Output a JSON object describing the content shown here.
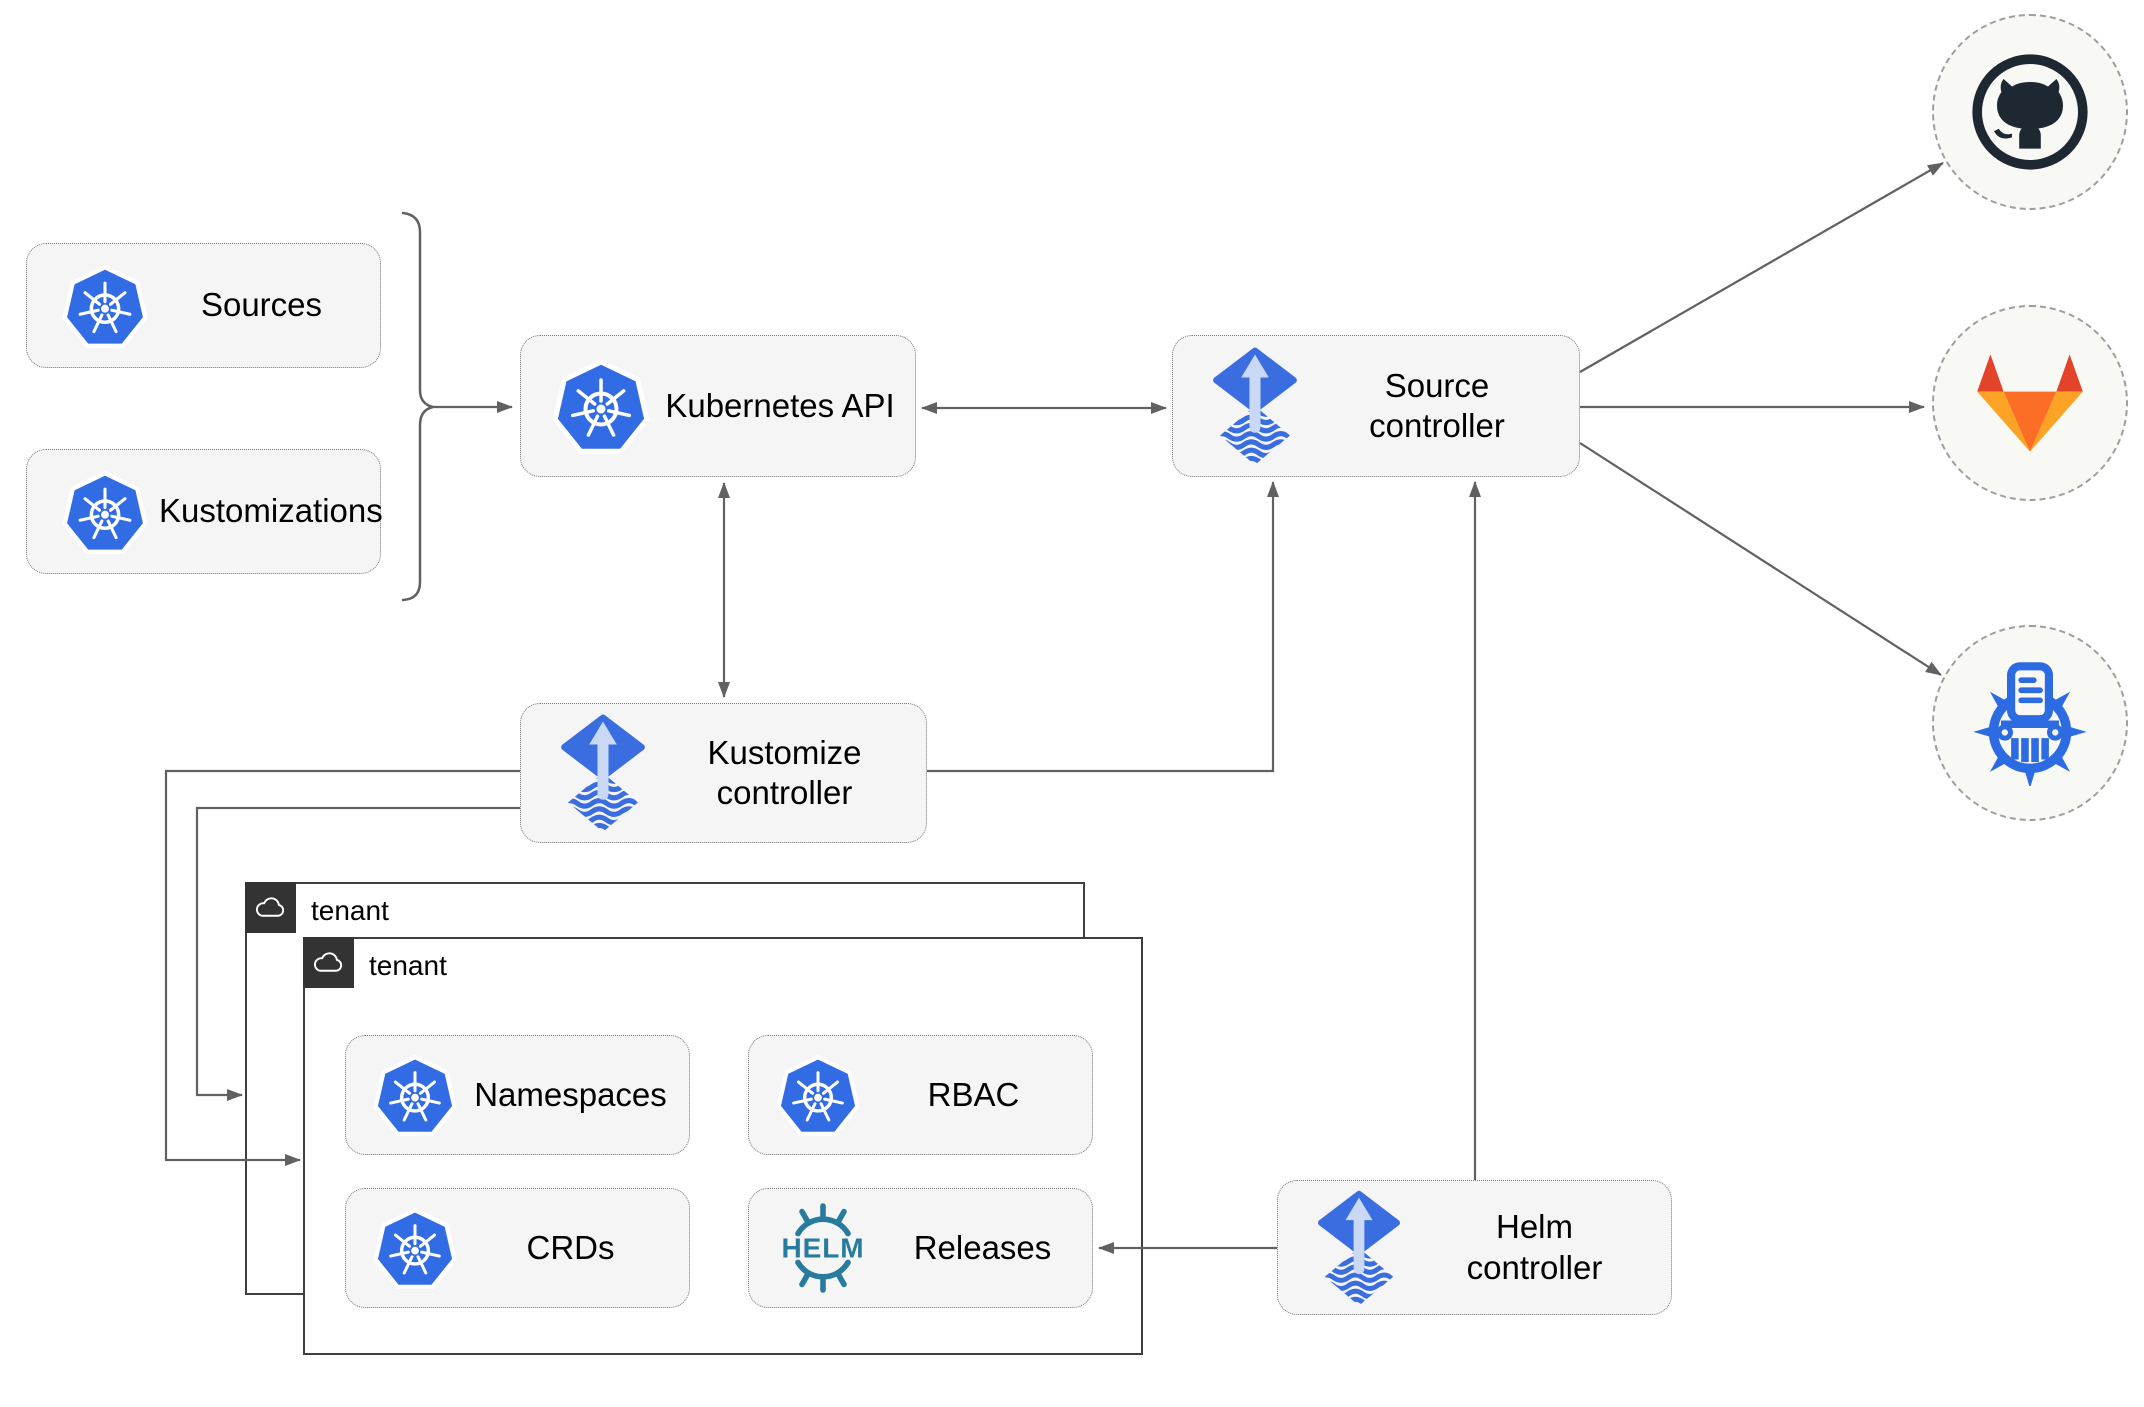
{
  "nodes": {
    "sources": "Sources",
    "kustomizations": "Kustomizations",
    "kubernetes_api": "Kubernetes API",
    "source_controller": "Source\ncontroller",
    "kustomize_controller": "Kustomize\ncontroller",
    "helm_controller": "Helm\ncontroller",
    "namespaces": "Namespaces",
    "rbac": "RBAC",
    "crds": "CRDs",
    "releases": "Releases"
  },
  "containers": {
    "tenant_back": "tenant",
    "tenant_front": "tenant"
  },
  "logos": {
    "helm_wheel_text": "HELM"
  },
  "icons": {
    "resource_icon": "kubernetes-icon",
    "controller_icon": "flux-icon",
    "releases_icon": "helm-icon",
    "tenant_icon": "cloud-icon",
    "remote_top": "github-icon",
    "remote_middle": "gitlab-icon",
    "remote_bottom": "container-registry-icon"
  },
  "colors": {
    "kubernetes_blue": "#326CE5",
    "flux_blue": "#3A6EE0",
    "flux_arrow_light": "#C9D8F4",
    "helm_teal": "#277C9D",
    "github_dark": "#1E2833",
    "gitlab_red": "#E24329",
    "gitlab_orange": "#FC6D26",
    "gitlab_amber": "#FCA326",
    "registry_blue": "#2D6BE3",
    "connector_gray": "#616161",
    "node_fill": "#F5F5F5",
    "container_header": "#333333"
  }
}
